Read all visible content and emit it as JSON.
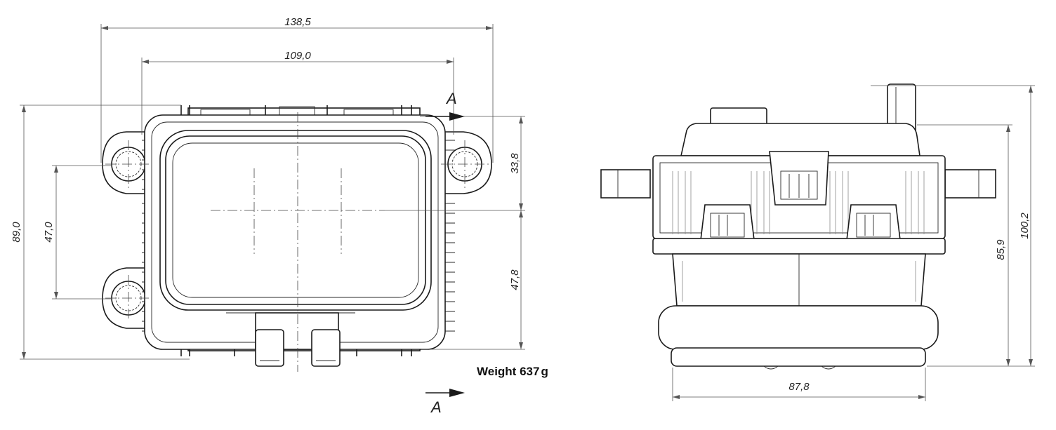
{
  "dimensions": {
    "overall_width": "138,5",
    "body_width": "109,0",
    "overall_height": "89,0",
    "hole_spacing": "47,0",
    "upper_height": "33,8",
    "lower_height": "47,8",
    "side_total_height": "100,2",
    "side_body_height": "85,9",
    "side_base_width": "87,8"
  },
  "section": {
    "label_top": "A",
    "label_bottom": "A"
  },
  "weight": {
    "label": "Weight",
    "value": "637",
    "unit": "g"
  }
}
